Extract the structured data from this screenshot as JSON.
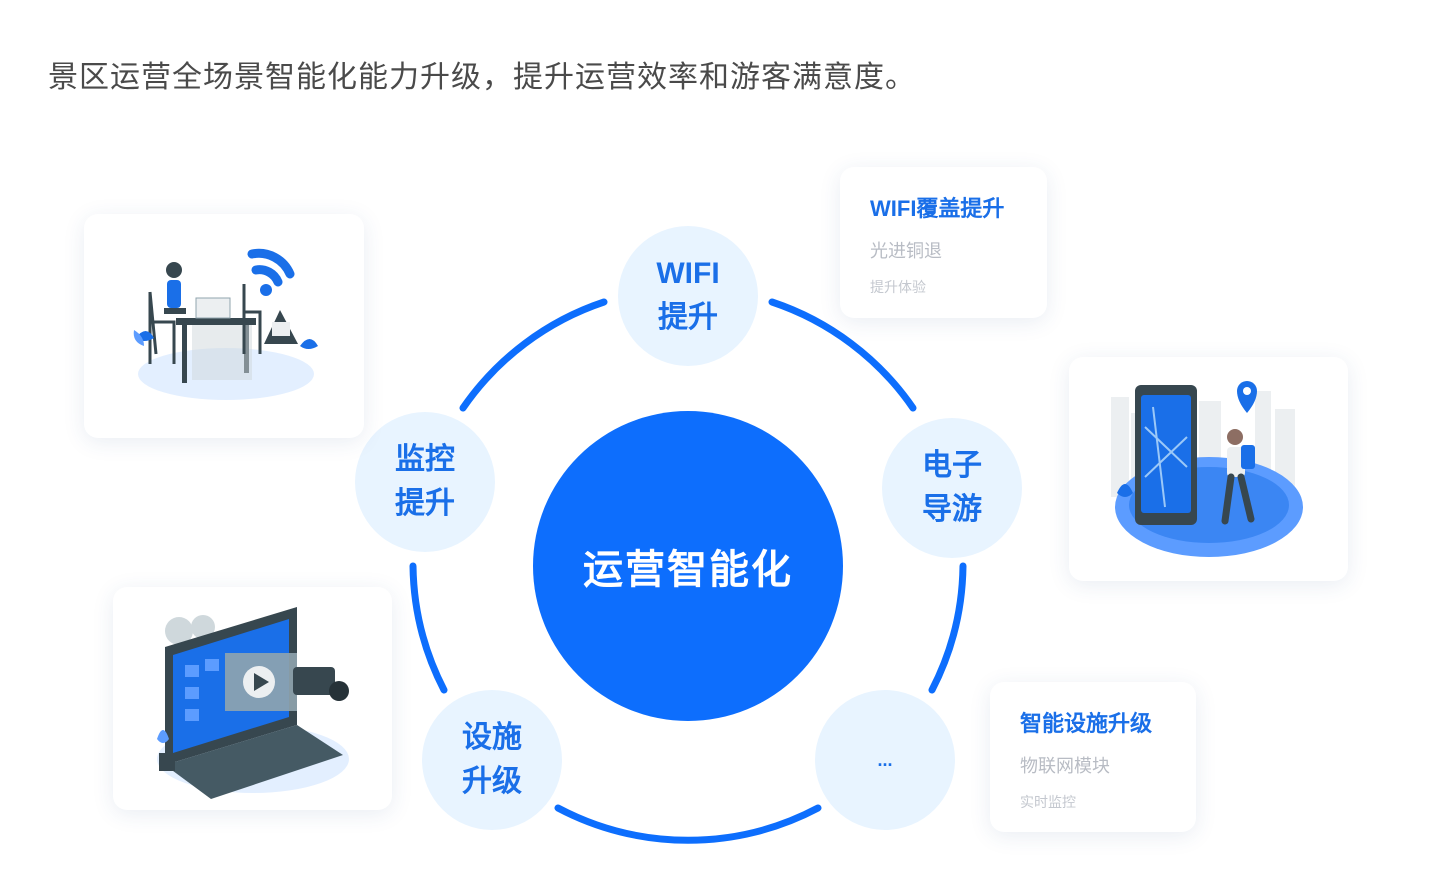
{
  "headline": "景区运营全场景智能化能力升级，提升运营效率和游客满意度。",
  "center": {
    "label": "运营智能化"
  },
  "nodes": [
    {
      "id": "wifi",
      "lines": [
        "WIFI",
        "提升"
      ]
    },
    {
      "id": "guide",
      "lines": [
        "电子",
        "导游"
      ]
    },
    {
      "id": "more",
      "lines": [
        "..."
      ]
    },
    {
      "id": "facility",
      "lines": [
        "设施",
        "升级"
      ]
    },
    {
      "id": "monitor",
      "lines": [
        "监控",
        "提升"
      ]
    }
  ],
  "cards": {
    "wifi": {
      "title": "WIFI覆盖提升",
      "sub": "光进铜退",
      "extra": "提升体验"
    },
    "smart": {
      "title": "智能设施升级",
      "sub": "物联网模块",
      "extra": "实时监控"
    }
  },
  "illustrations": {
    "cafe": "cafe-wifi-illustration",
    "navigation": "mobile-navigation-illustration",
    "video": "video-surveillance-illustration"
  },
  "colors": {
    "primary": "#0d6efd",
    "accent": "#1a6fe8",
    "node_bg": "#e8f4ff"
  }
}
